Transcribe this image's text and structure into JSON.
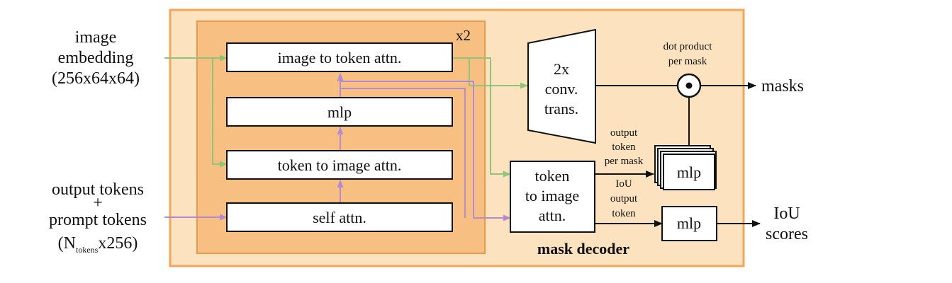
{
  "diagram": {
    "title": "mask decoder",
    "inputs": {
      "image_embedding": [
        "image",
        "embedding",
        "(256x64x64)"
      ],
      "tokens_line1": "output tokens",
      "tokens_line2": "+",
      "tokens_line3": "prompt tokens",
      "tokens_n_open": "(N",
      "tokens_n_sub": "tokens",
      "tokens_n_close": "x256)"
    },
    "repeat_label": "x2",
    "blocks": {
      "image_to_token": "image to token attn.",
      "mlp": "mlp",
      "token_to_image": "token to image attn.",
      "self_attn": "self attn.",
      "final_token_to_image": [
        "token",
        "to image",
        "attn."
      ],
      "conv_trans": [
        "2x",
        "conv.",
        "trans."
      ],
      "mlp_stack": "mlp",
      "iou_mlp": "mlp"
    },
    "annotations": {
      "dot_product": [
        "dot product",
        "per mask"
      ],
      "output_token": [
        "output",
        "token",
        "per mask"
      ],
      "iou_token": [
        "IoU",
        "output",
        "token"
      ]
    },
    "outputs": {
      "masks": "masks",
      "iou_scores": [
        "IoU",
        "scores"
      ]
    },
    "colors": {
      "outer_fill": "#fde2bf",
      "outer_border": "#f2a65a",
      "inner_fill": "#f7bf82",
      "image_path": "#8fc47a",
      "token_path": "#b68ad0",
      "line": "#111111"
    }
  }
}
